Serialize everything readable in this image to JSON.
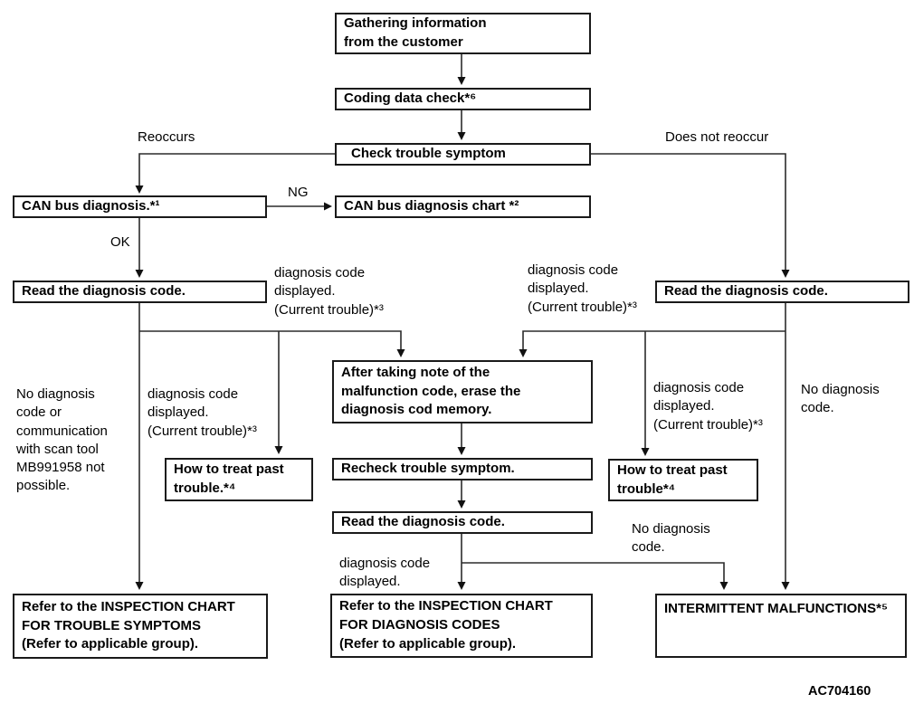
{
  "figure_code": "AC704160",
  "colors": {
    "background": "#ffffff",
    "box_border": "#1a1a1a",
    "connector_line": "#2b2b2b",
    "text": "#000000"
  },
  "boxes": {
    "gathering": [
      "Gathering information",
      "from the customer"
    ],
    "coding": [
      "Coding data check*⁶"
    ],
    "check_symptom": [
      "Check trouble symptom"
    ],
    "can_bus": [
      "CAN bus diagnosis.*¹"
    ],
    "can_chart": [
      "CAN bus diagnosis chart *²"
    ],
    "read_left": [
      "Read the diagnosis code."
    ],
    "read_right": [
      "Read the diagnosis code."
    ],
    "erase_memory": [
      "After taking note of the",
      "malfunction code, erase the",
      "diagnosis cod memory."
    ],
    "treat_past_left": [
      "How to treat past",
      "trouble.*⁴"
    ],
    "recheck": [
      "Recheck trouble symptom."
    ],
    "read_mid": [
      "Read the diagnosis code."
    ],
    "treat_past_right": [
      "How to treat past",
      "trouble*⁴"
    ],
    "refer_trouble": [
      "Refer to the INSPECTION CHART",
      "FOR TROUBLE SYMPTOMS",
      "(Refer to applicable group)."
    ],
    "refer_diag": [
      "Refer to the INSPECTION CHART",
      "FOR DIAGNOSIS CODES",
      "(Refer to applicable group)."
    ],
    "intermittent": [
      "INTERMITTENT MALFUNCTIONS*⁵"
    ]
  },
  "labels": {
    "reoccurs": "Reoccurs",
    "does_not_reoccur": "Does not reoccur",
    "ng": "NG",
    "ok": "OK",
    "diag_displayed_upper_left": [
      "diagnosis code",
      "displayed.",
      "(Current trouble)*³"
    ],
    "diag_displayed_upper_right": [
      "diagnosis code",
      "displayed.",
      "(Current trouble)*³"
    ],
    "no_diag_comm_left": [
      "No diagnosis",
      "code or",
      "communication",
      "with scan tool",
      "MB991958 not",
      "possible."
    ],
    "diag_displayed_left": [
      "diagnosis  code",
      "displayed.",
      "(Current trouble)*³"
    ],
    "diag_displayed_right": [
      "diagnosis code",
      "displayed.",
      "(Current trouble)*³"
    ],
    "no_diag_right": [
      "No diagnosis",
      "code."
    ],
    "no_diag_mid": [
      "No diagnosis",
      "code."
    ],
    "diag_displayed_bottom": [
      "diagnosis  code",
      "displayed."
    ]
  }
}
